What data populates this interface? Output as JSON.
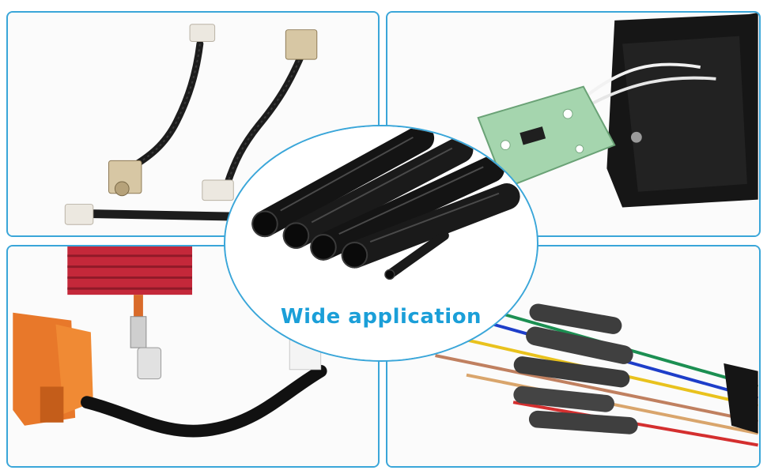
{
  "caption": "Wide application",
  "colors": {
    "border": "#3aa6d9",
    "caption": "#1b9fd8",
    "tube": "#141414"
  },
  "panels": [
    {
      "name": "laptop-dc-jack-cables",
      "icon": "cable-harness-photo"
    },
    {
      "name": "circuit-board-charger",
      "icon": "pcb-in-charger-photo"
    },
    {
      "name": "ignition-coil-spark-plug",
      "icon": "ignition-coil-photo"
    },
    {
      "name": "wire-splice-insulation",
      "icon": "wire-splices-photo"
    }
  ],
  "center_image": {
    "name": "heat-shrink-tubes",
    "icon": "black-tubes-photo"
  }
}
